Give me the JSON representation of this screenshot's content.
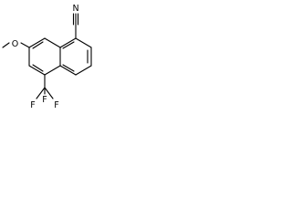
{
  "molecule": {
    "atoms": {
      "nitrile_n": "N",
      "oxygen": "O",
      "fluorine_top": "F",
      "fluorine_left": "F",
      "fluorine_right": "F"
    },
    "colors": {
      "bond": "#000000",
      "label": "#000000",
      "background": "#ffffff"
    }
  }
}
